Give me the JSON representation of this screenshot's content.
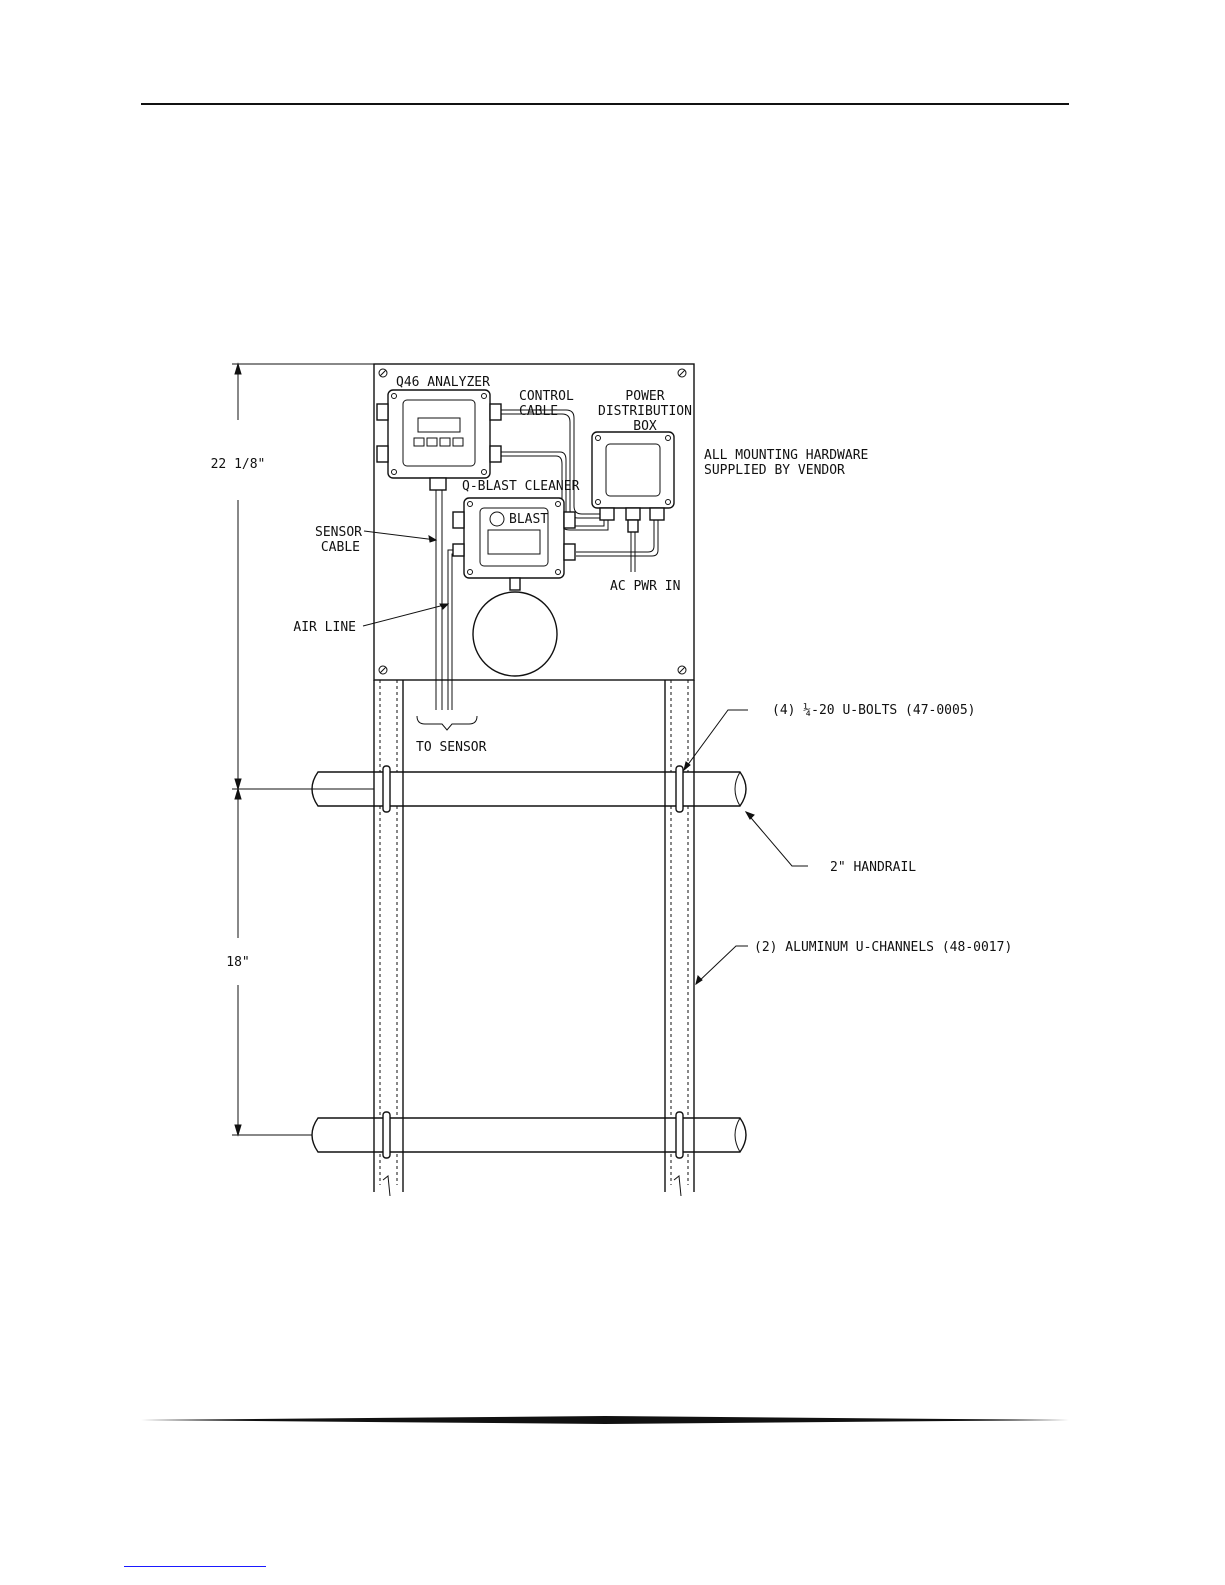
{
  "labels": {
    "analyzer": "Q46 ANALYZER",
    "control_cable_1": "CONTROL",
    "control_cable_2": "CABLE",
    "power_box_1": "POWER",
    "power_box_2": "DISTRIBUTION",
    "power_box_3": "BOX",
    "hardware_note_1": "ALL MOUNTING HARDWARE",
    "hardware_note_2": "SUPPLIED BY VENDOR",
    "blast_cleaner": "Q-BLAST CLEANER",
    "sensor_cable_1": "SENSOR",
    "sensor_cable_2": "CABLE",
    "air_line": "AIR LINE",
    "ac_power": "AC PWR IN",
    "to_sensor": "TO SENSOR",
    "u_bolts": "(4) ¼-20 U-BOLTS (47-0005)",
    "handrail": "2\" HANDRAIL",
    "u_channels": "(2) ALUMINUM U-CHANNELS (48-0017)"
  },
  "dimensions": {
    "overall_height": "22 1/8\"",
    "rail_spacing": "18\""
  }
}
